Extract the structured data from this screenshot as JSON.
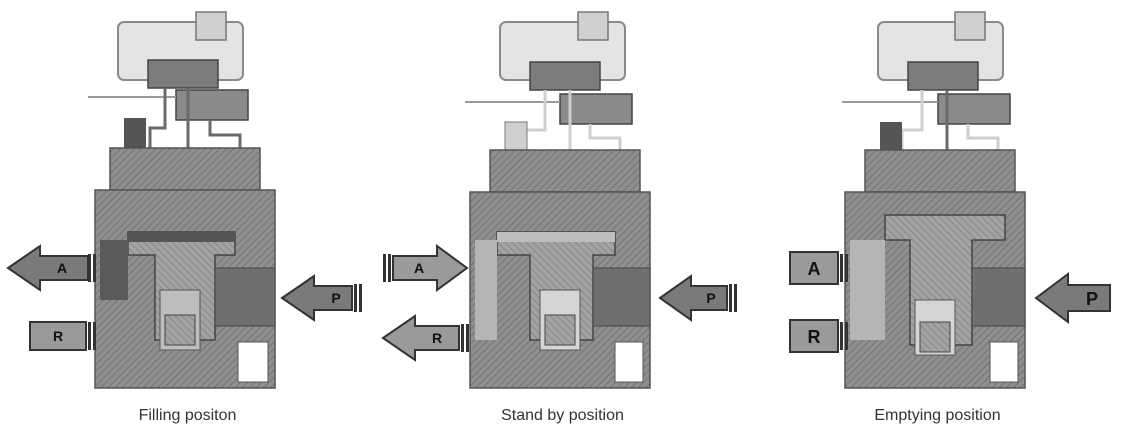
{
  "panels": [
    {
      "caption": "Filling positon",
      "ports": {
        "a": "A",
        "r": "R",
        "p": "P"
      },
      "state": "filling"
    },
    {
      "caption": "Stand by position",
      "ports": {
        "a": "A",
        "r": "R",
        "p": "P"
      },
      "state": "standby"
    },
    {
      "caption": "Emptying position",
      "ports": {
        "a": "A",
        "r": "R",
        "p": "P"
      },
      "state": "emptying"
    }
  ],
  "colors": {
    "body": "#8c8c8c",
    "body_dark": "#5e5e5e",
    "body_light": "#b9b9b9",
    "arrow": "#7a7a7a",
    "box": "#9a9a9a",
    "head": "#e6e6e6"
  }
}
